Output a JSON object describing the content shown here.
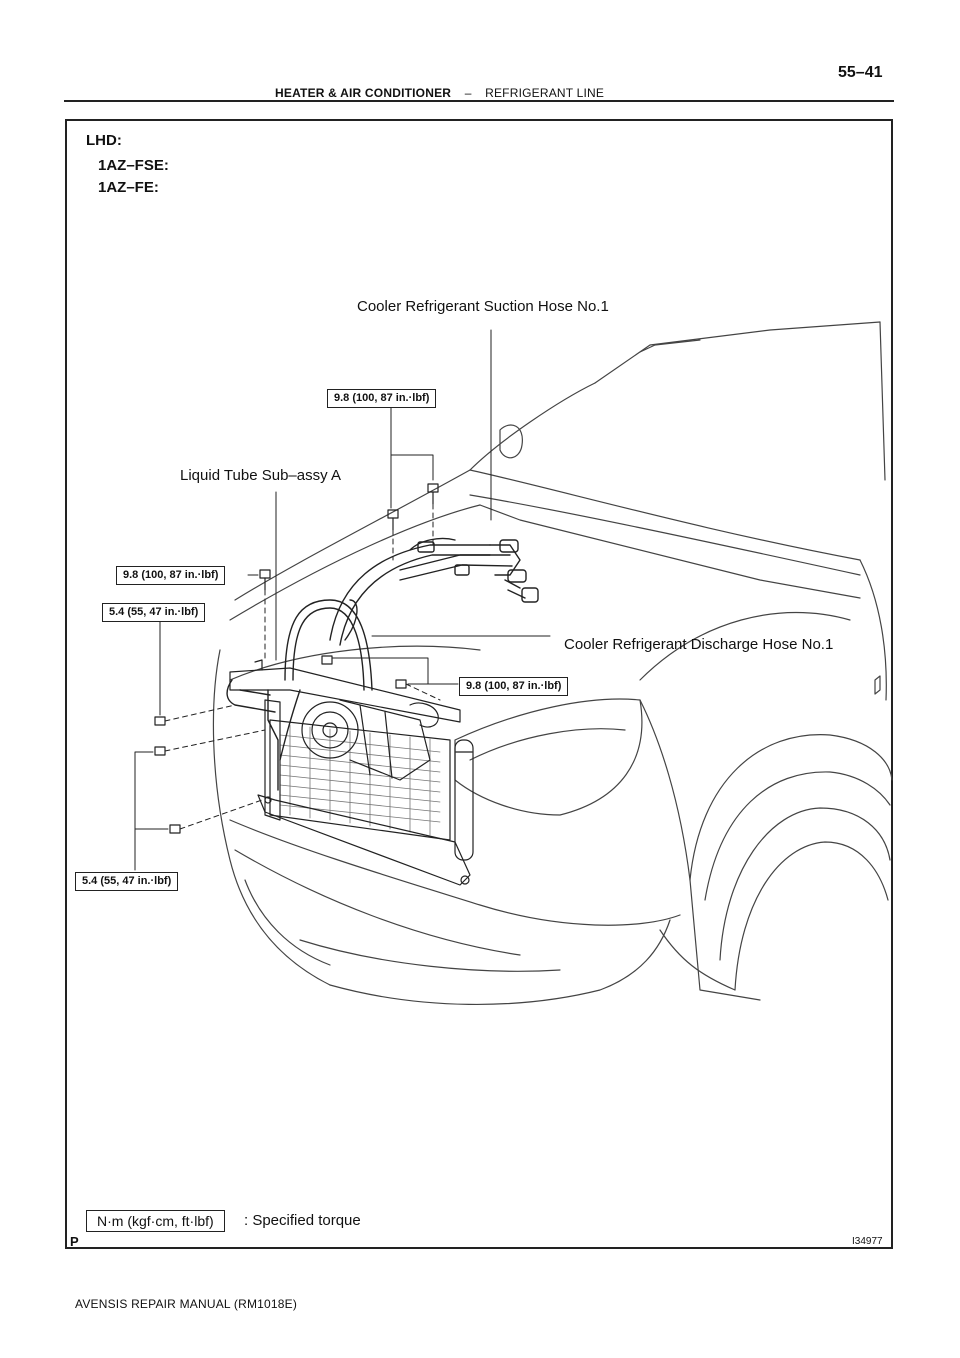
{
  "header": {
    "section_main": "HEATER & AIR CONDITIONER",
    "separator": "–",
    "section_sub": "REFRIGERANT LINE",
    "page_number": "55–41"
  },
  "figure": {
    "drive_label": "LHD:",
    "engines": [
      "1AZ–FSE:",
      "1AZ–FE:"
    ],
    "callouts": {
      "suction_hose": "Cooler Refrigerant Suction Hose No.1",
      "liquid_tube": "Liquid Tube Sub–assy A",
      "discharge_hose": "Cooler Refrigerant Discharge Hose No.1"
    },
    "torques": [
      "9.8 (100, 87 in.·lbf)",
      "9.8 (100, 87 in.·lbf)",
      "5.4 (55, 47 in.·lbf)",
      "9.8 (100, 87 in.·lbf)",
      "5.4 (55, 47 in.·lbf)"
    ],
    "legend_unit": "N·m (kgf·cm, ft·lbf)",
    "legend_text": ": Specified torque",
    "corner_mark": "P",
    "figure_id": "I34977"
  },
  "footer": {
    "manual": "AVENSIS REPAIR MANUAL   (RM1018E)"
  }
}
